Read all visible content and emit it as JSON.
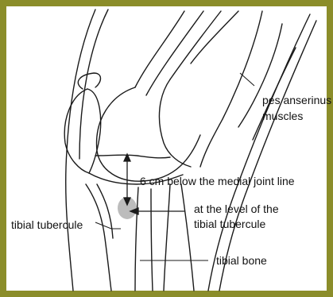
{
  "colors": {
    "border": "#8b8d2a",
    "line": "#1a1a1a",
    "marker": "#b5b5b5"
  },
  "labels": {
    "pes_anserinus_line1": "pes anserinus",
    "pes_anserinus_line2": "muscles",
    "distance": "6 cm below the medial joint line",
    "level_line1": "at the level of the",
    "level_line2": "tibial tubercule",
    "tibial_tubercule": "tibial tubercule",
    "tibial_bone": "tibial bone"
  }
}
